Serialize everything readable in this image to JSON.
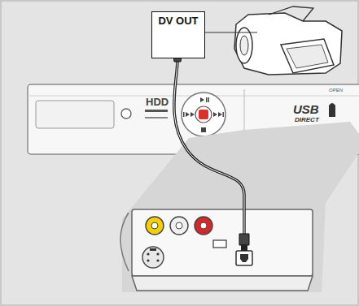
{
  "diagram": {
    "nodes": [
      {
        "text": [
          "DV OUT"
        ]
      }
    ],
    "labels": [
      "HDD",
      "USB",
      "DIRECT",
      "OPEN"
    ]
  }
}
